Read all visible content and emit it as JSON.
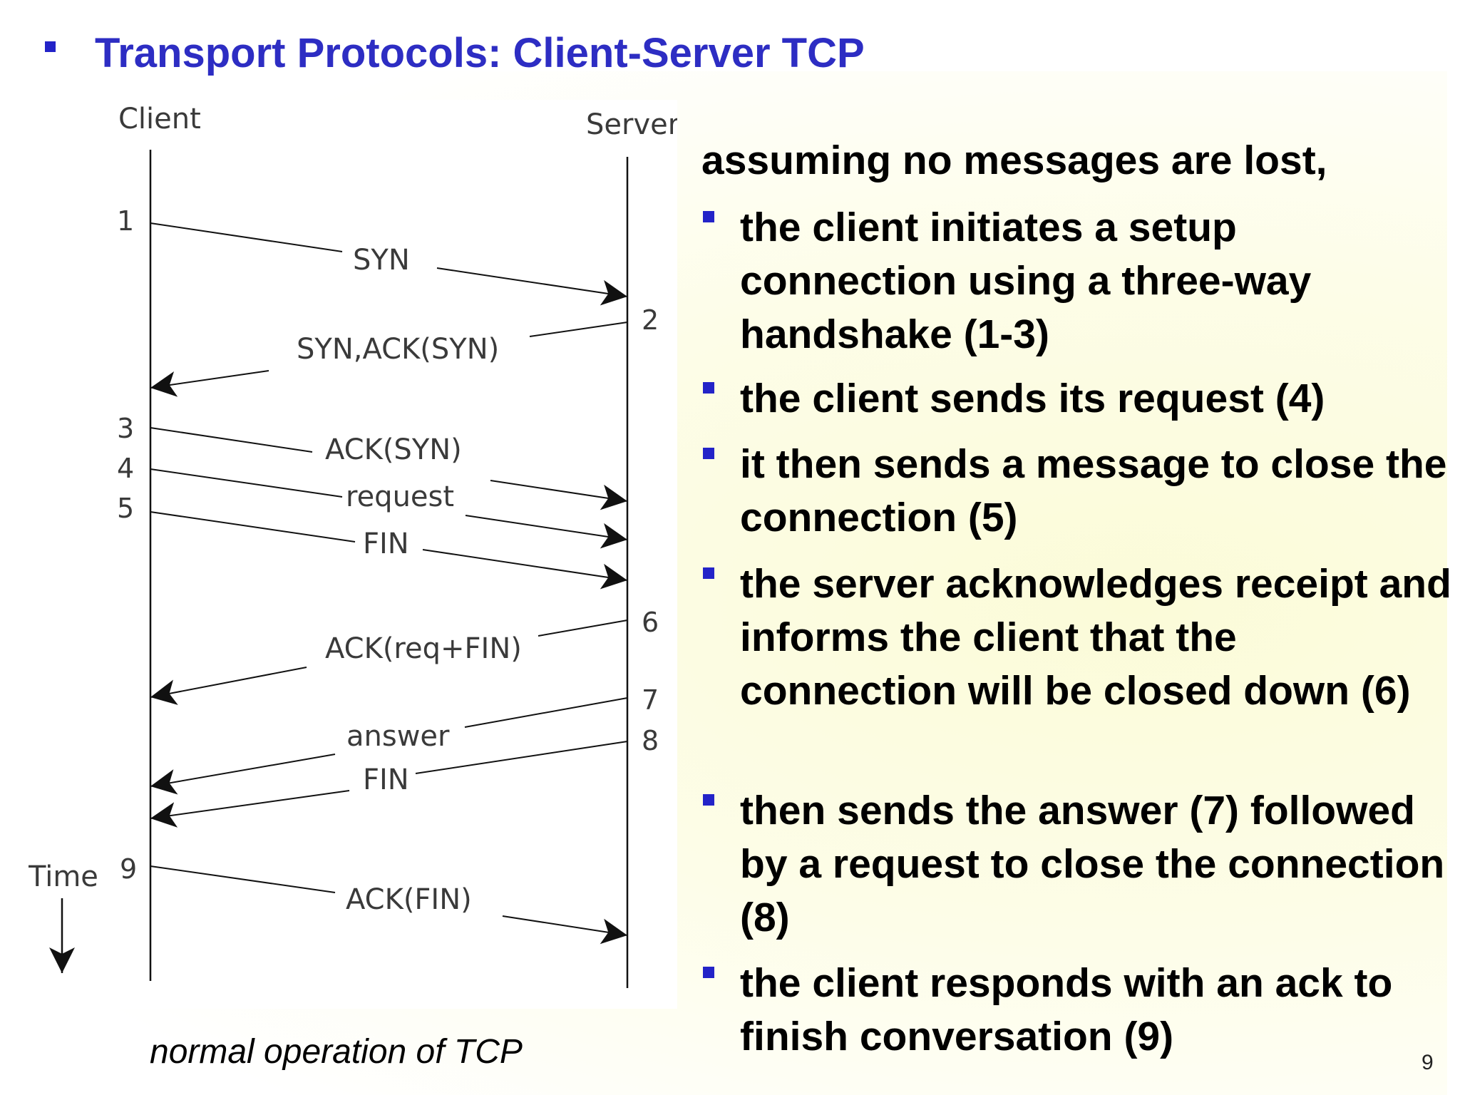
{
  "slide": {
    "title": "Transport Protocols: Client-Server TCP",
    "caption": "normal operation of TCP",
    "page_number": "9"
  },
  "diagram": {
    "client_label": "Client",
    "server_label": "Server",
    "time_label": "Time",
    "steps": [
      "1",
      "2",
      "3",
      "4",
      "5",
      "6",
      "7",
      "8",
      "9"
    ],
    "messages": [
      {
        "label": "SYN",
        "step": "1",
        "direction": "to-server"
      },
      {
        "label": "SYN,ACK(SYN)",
        "step": "2",
        "direction": "to-client"
      },
      {
        "label": "ACK(SYN)",
        "step": "3",
        "direction": "to-server"
      },
      {
        "label": "request",
        "step": "4",
        "direction": "to-server"
      },
      {
        "label": "FIN",
        "step": "5",
        "direction": "to-server"
      },
      {
        "label": "ACK(req+FIN)",
        "step": "6",
        "direction": "to-client"
      },
      {
        "label": "answer",
        "step": "7",
        "direction": "to-client"
      },
      {
        "label": "FIN",
        "step": "8",
        "direction": "to-client"
      },
      {
        "label": "ACK(FIN)",
        "step": "9",
        "direction": "to-server"
      }
    ]
  },
  "text": {
    "intro": "assuming no messages are lost,",
    "bullets": [
      "the client initiates a setup connection using a three-way handshake (1-3)",
      "the client sends its request (4)",
      "it then sends a message to close the connection (5)",
      "the server acknowledges receipt and informs the client that the connection will be closed down (6)",
      "then sends the answer (7) followed by a request to close the connection (8)",
      "the client responds with an ack to finish conversation (9)"
    ]
  },
  "colors": {
    "accent": "#2d2dc3",
    "bullet": "#2323c8",
    "text": "#000000",
    "diagram_ink": "#3a3a3a",
    "background_tint": "#fbfbd8"
  }
}
